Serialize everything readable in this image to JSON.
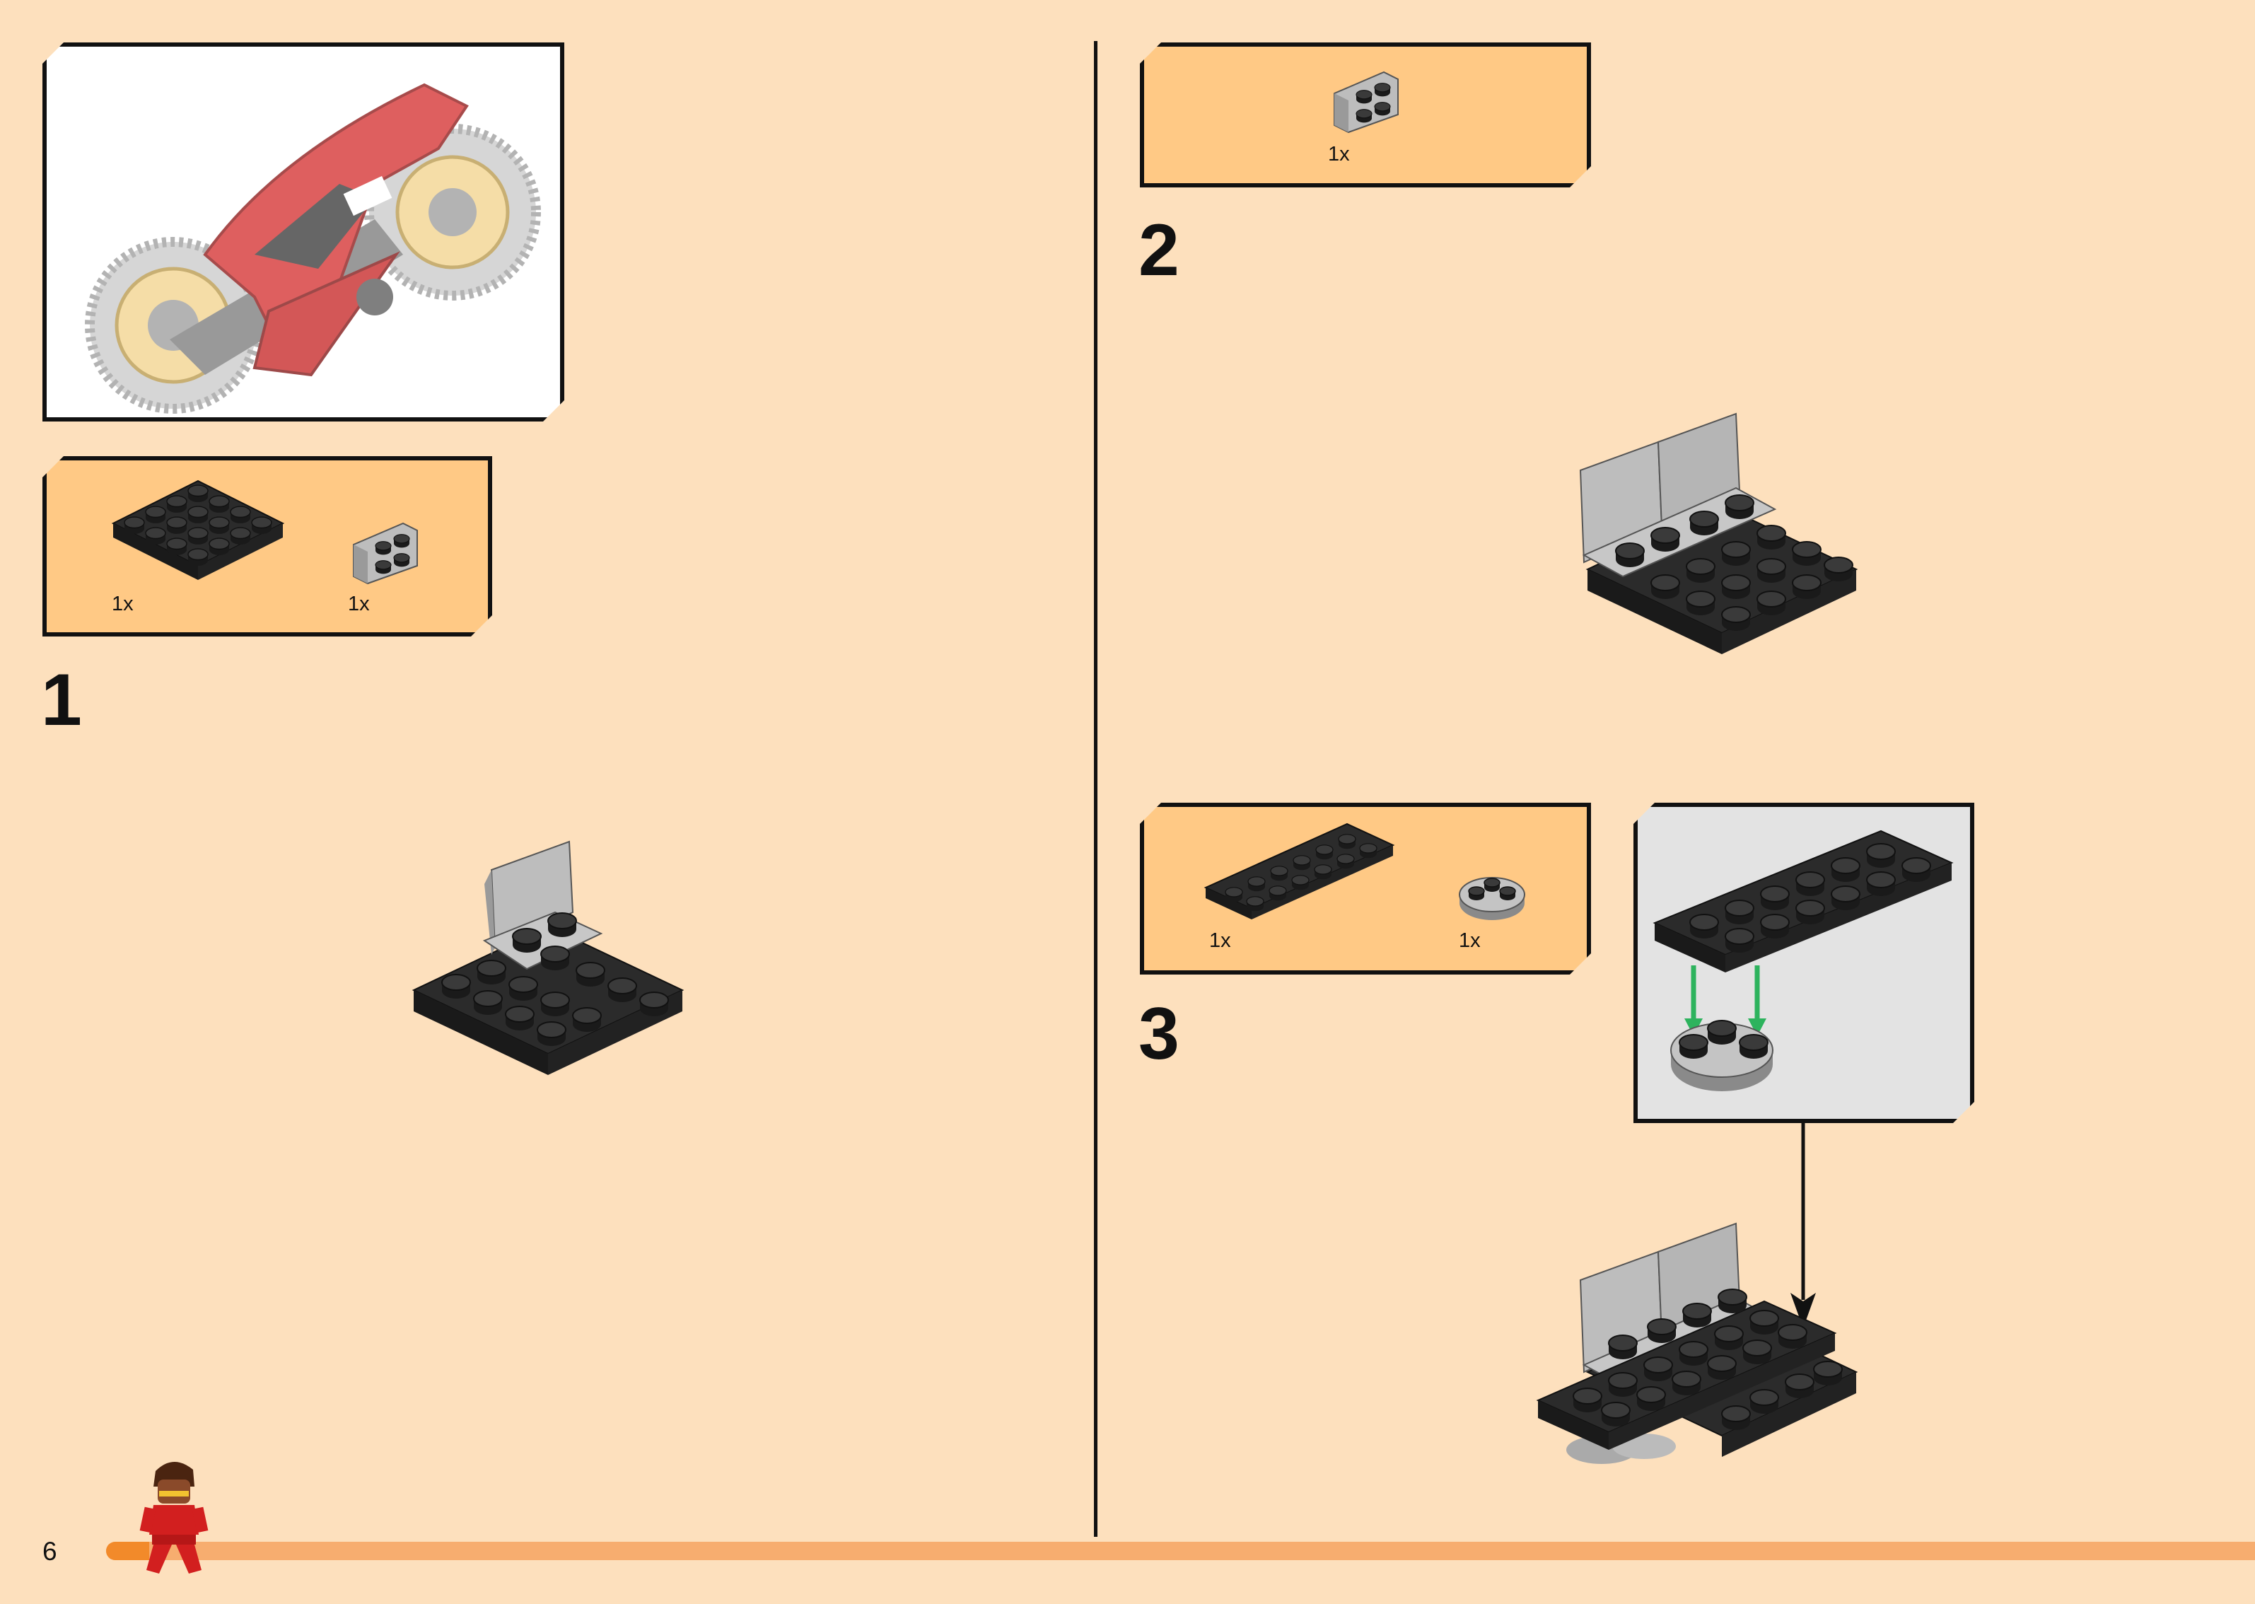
{
  "page": {
    "number": "6",
    "progress_fraction": 0.02
  },
  "colors": {
    "background": "#fde0bd",
    "callout": "#ffc985",
    "subassembly": "#e3e3e3",
    "border": "#111111",
    "progress": "#f7ad6f",
    "arrow_green": "#2db35d"
  },
  "icons": [
    "motorcycle-preview-icon",
    "plate-4x4-icon",
    "bracket-icon",
    "plate-2x6-icon",
    "round-plate-icon",
    "minifigure-icon",
    "insert-arrow-icon"
  ],
  "steps": [
    {
      "number": "1",
      "parts": [
        {
          "name": "plate 4x4",
          "qty": "1x"
        },
        {
          "name": "bracket",
          "qty": "1x"
        }
      ]
    },
    {
      "number": "2",
      "parts": [
        {
          "name": "bracket",
          "qty": "1x"
        }
      ]
    },
    {
      "number": "3",
      "parts": [
        {
          "name": "plate 2x6",
          "qty": "1x"
        },
        {
          "name": "round plate",
          "qty": "1x"
        }
      ]
    }
  ]
}
